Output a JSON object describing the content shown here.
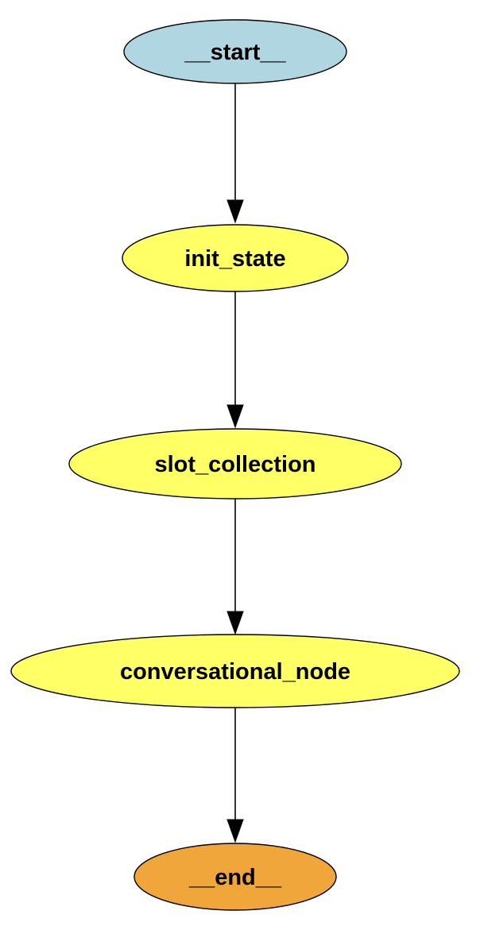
{
  "graph": {
    "nodes": [
      {
        "id": "start",
        "label": "__start__",
        "fill": "#b0d6e1"
      },
      {
        "id": "init_state",
        "label": "init_state",
        "fill": "#ffff66"
      },
      {
        "id": "slot_collection",
        "label": "slot_collection",
        "fill": "#ffff66"
      },
      {
        "id": "conversational_node",
        "label": "conversational_node",
        "fill": "#ffff66"
      },
      {
        "id": "end",
        "label": "__end__",
        "fill": "#f0a63a"
      }
    ],
    "edges": [
      {
        "from": "start",
        "to": "init_state"
      },
      {
        "from": "init_state",
        "to": "slot_collection"
      },
      {
        "from": "slot_collection",
        "to": "conversational_node"
      },
      {
        "from": "conversational_node",
        "to": "end"
      }
    ]
  }
}
